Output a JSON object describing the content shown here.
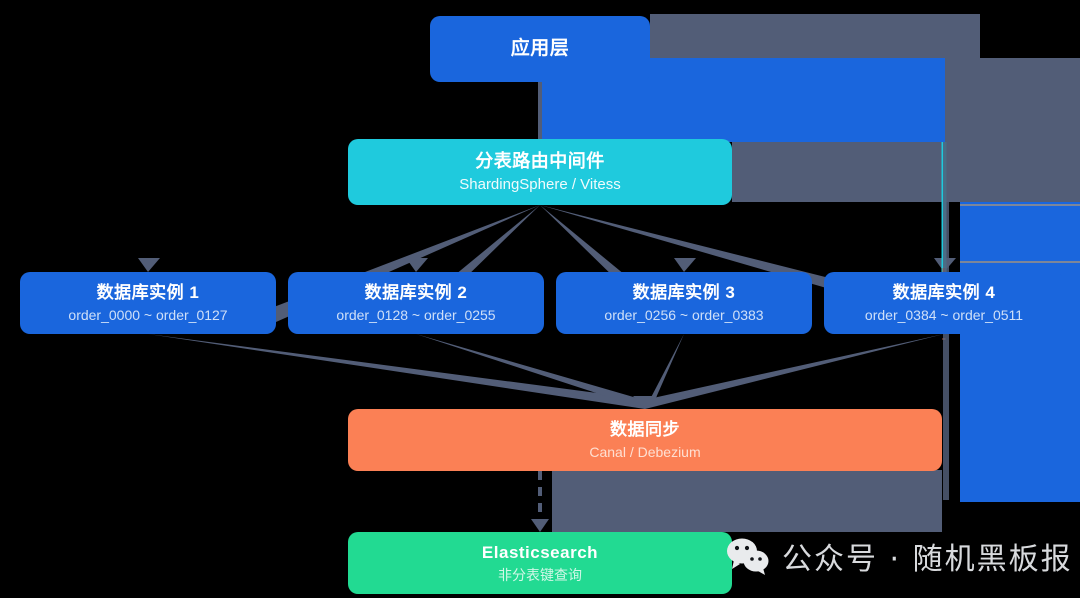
{
  "diagram": {
    "nodes": {
      "app_layer": {
        "title": "应用层",
        "color": "#1a66dd"
      },
      "middleware": {
        "title": "分表路由中间件",
        "subtitle": "ShardingSphere / Vitess",
        "color": "#1fcadd"
      },
      "databases": [
        {
          "title": "数据库实例 1",
          "subtitle": "order_0000 ~ order_0127",
          "color": "#1a66dd"
        },
        {
          "title": "数据库实例 2",
          "subtitle": "order_0128 ~ order_0255",
          "color": "#1a66dd"
        },
        {
          "title": "数据库实例 3",
          "subtitle": "order_0256 ~ order_0383",
          "color": "#1a66dd"
        },
        {
          "title": "数据库实例 4",
          "subtitle": "order_0384 ~ order_0511",
          "color": "#1a66dd"
        }
      ],
      "data_sync": {
        "title": "数据同步",
        "subtitle": "Canal / Debezium",
        "color": "#fb8055"
      },
      "elasticsearch": {
        "title": "Elasticsearch",
        "subtitle": "非分表键查询",
        "color": "#22da92"
      }
    },
    "connector_color": "#525d77",
    "background": "#000000"
  },
  "watermark": {
    "text": "公众号 · 随机黑板报",
    "icon": "wechat-icon",
    "color": "#d8dadd"
  }
}
